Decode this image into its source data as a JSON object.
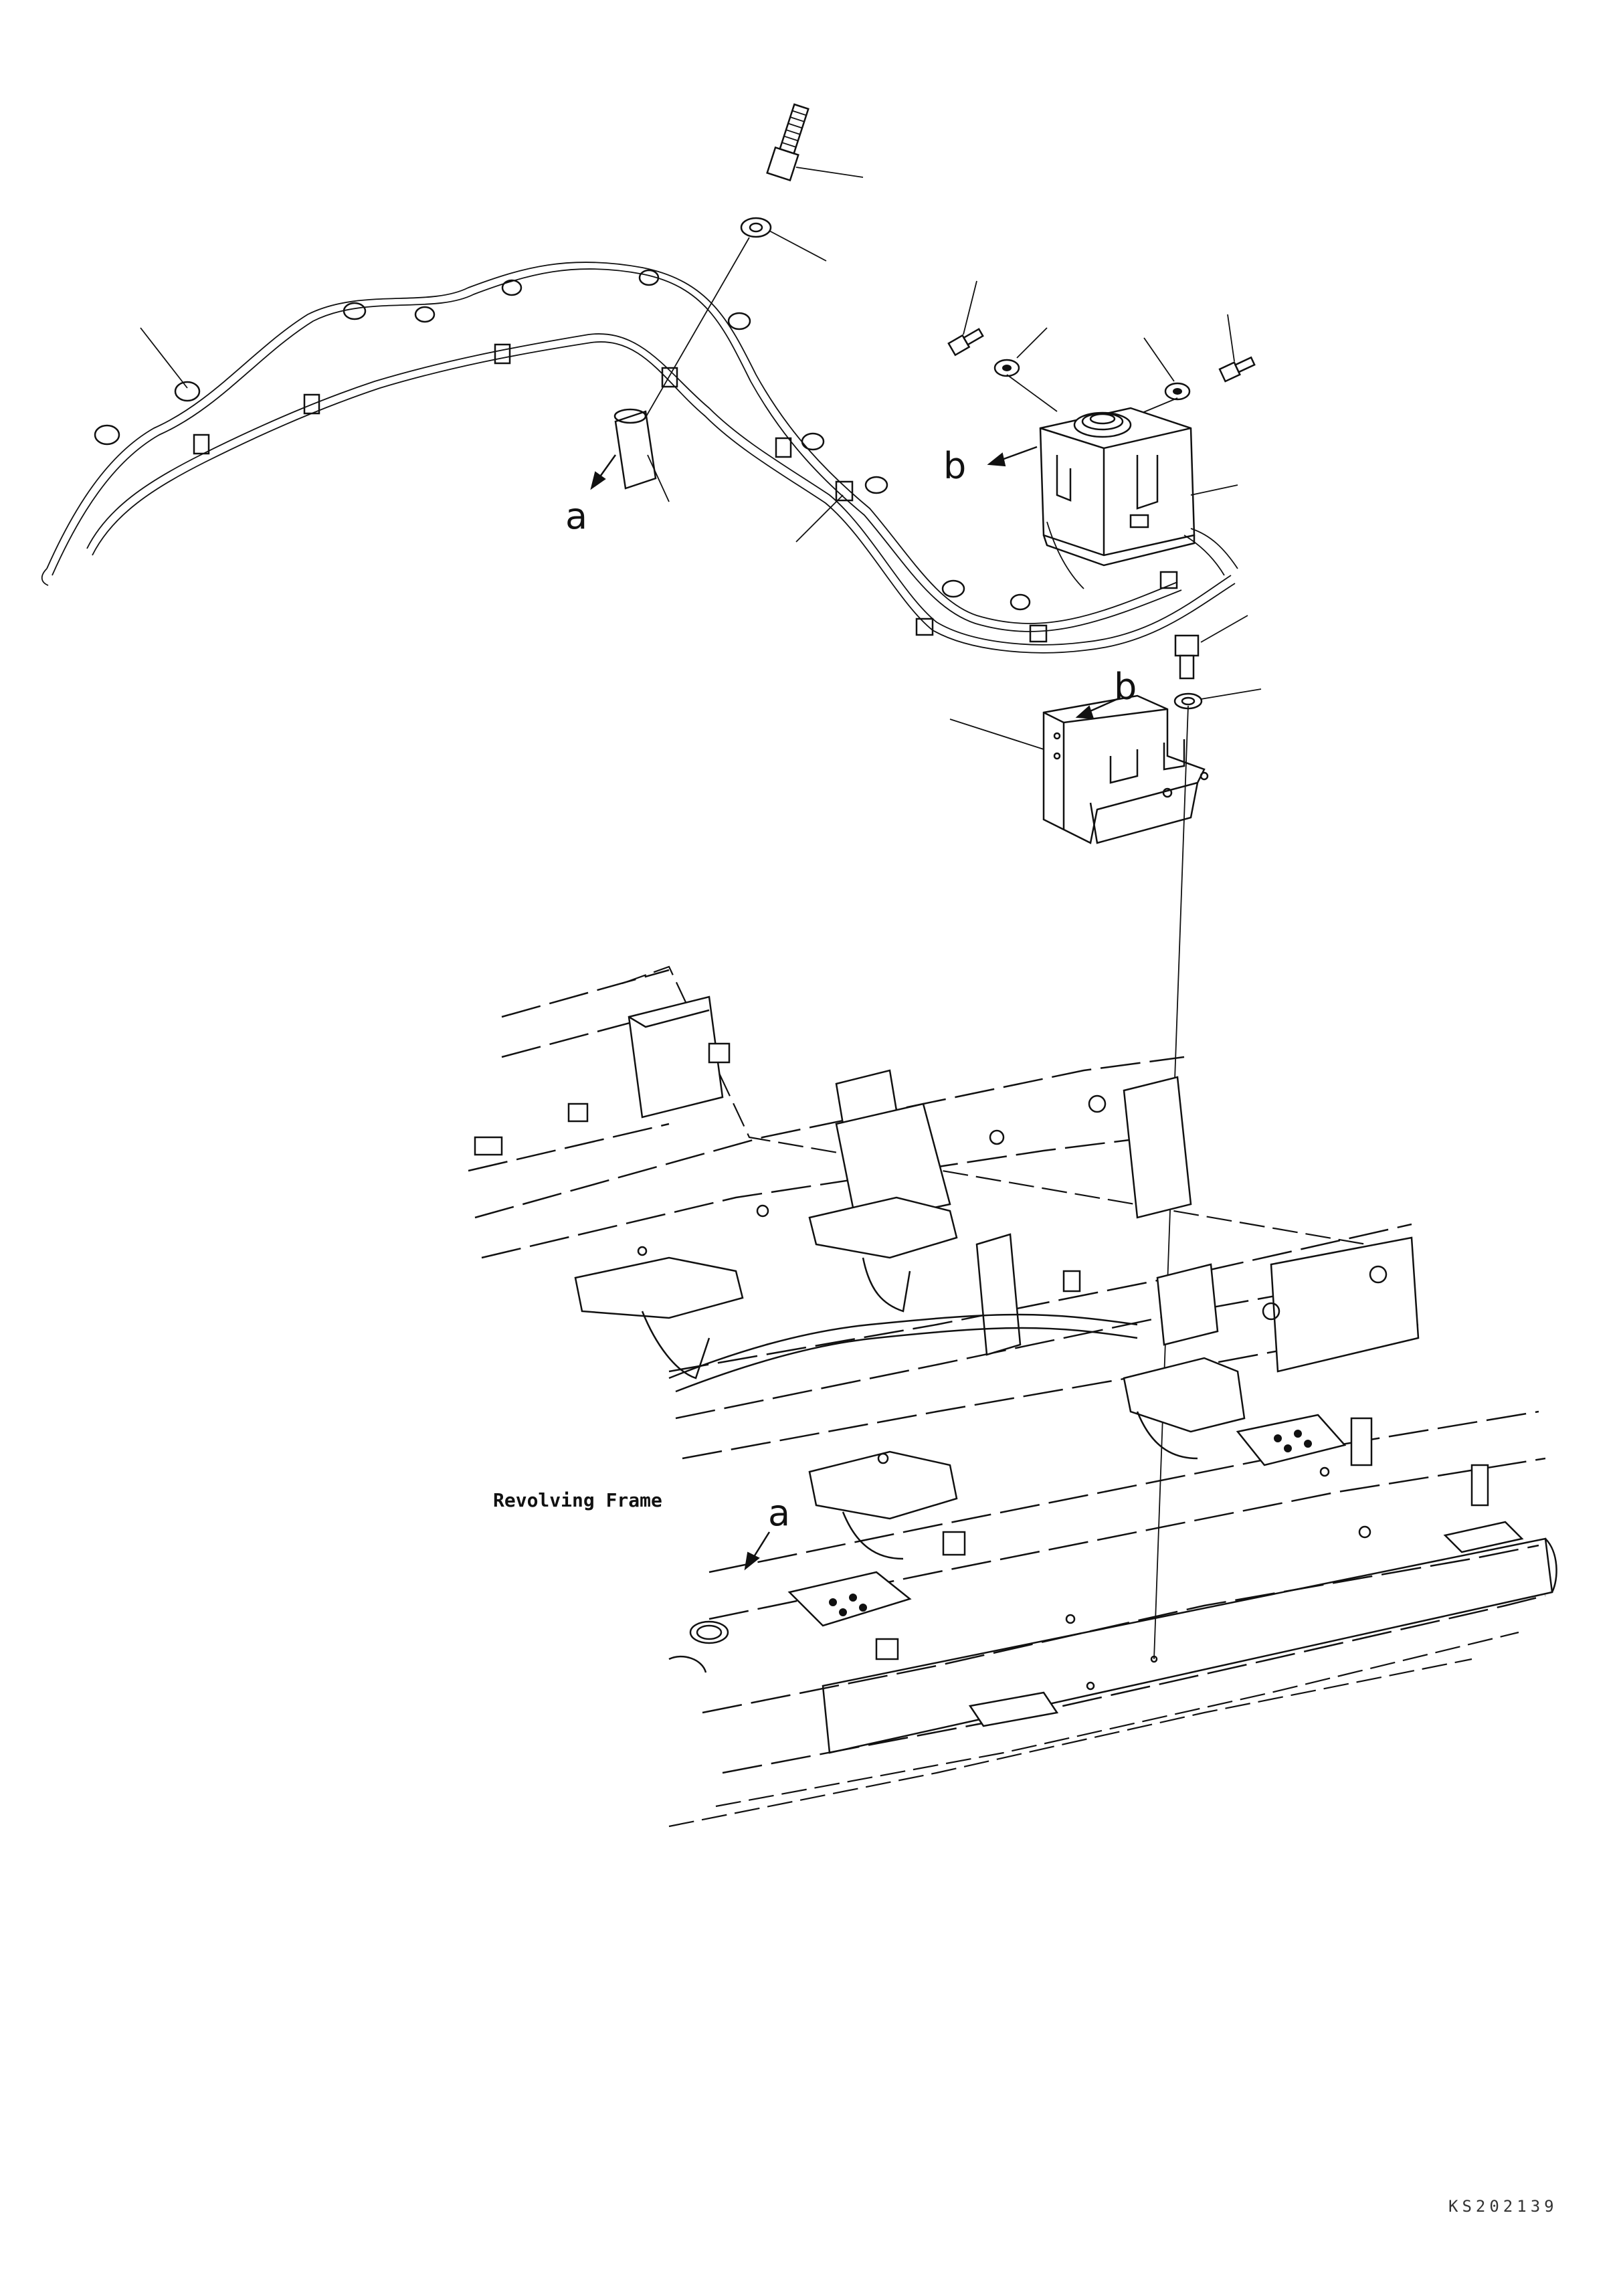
{
  "diagram": {
    "callouts": {
      "a_upper": "a",
      "a_lower": "a",
      "b_tank": "b",
      "b_bracket": "b"
    },
    "frame_label": "Revolving Frame",
    "drawing_code": "KS202139"
  }
}
